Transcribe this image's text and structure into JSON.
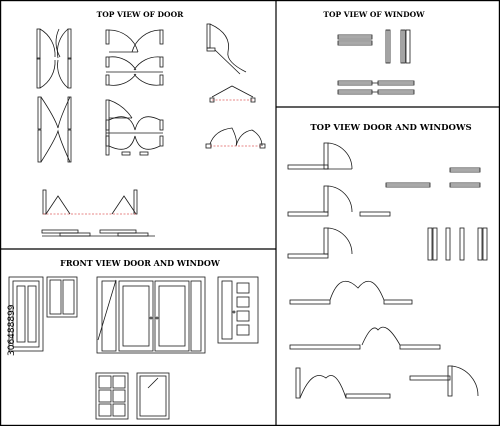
{
  "panels": {
    "top_door": {
      "title": "TOP VIEW OF DOOR"
    },
    "top_window": {
      "title": "TOP VIEW OF WINDOW"
    },
    "top_door_window": {
      "title": "TOP VIEW DOOR AND WINDOWS"
    },
    "front_door_window": {
      "title": "FRONT VIEW DOOR AND WINDOW"
    }
  },
  "watermark": {
    "id": "306488899"
  },
  "colors": {
    "line": "#1a1a1a",
    "panel_border": "#000000",
    "accent_dash": "#e06060"
  }
}
